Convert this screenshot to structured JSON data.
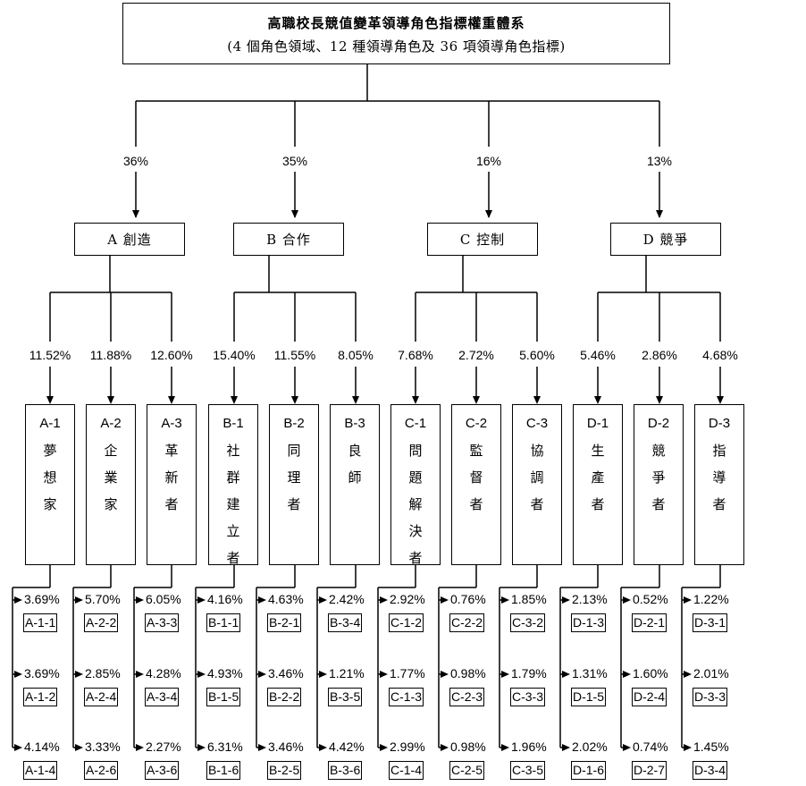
{
  "title": {
    "line1": "高職校長競值變革領導角色指標權重體系",
    "line2": "(4 個角色領域、12 種領導角色及 36 項領導角色指標)"
  },
  "domains": [
    {
      "weight": "36%",
      "label": "A 創造",
      "roles": [
        {
          "weight": "11.52%",
          "code": "A-1",
          "name": [
            "夢",
            "想",
            "家"
          ],
          "indicators": [
            {
              "weight": "3.69%",
              "code": "A-1-1"
            },
            {
              "weight": "3.69%",
              "code": "A-1-2"
            },
            {
              "weight": "4.14%",
              "code": "A-1-4"
            }
          ]
        },
        {
          "weight": "11.88%",
          "code": "A-2",
          "name": [
            "企",
            "業",
            "家"
          ],
          "indicators": [
            {
              "weight": "5.70%",
              "code": "A-2-2"
            },
            {
              "weight": "2.85%",
              "code": "A-2-4"
            },
            {
              "weight": "3.33%",
              "code": "A-2-6"
            }
          ]
        },
        {
          "weight": "12.60%",
          "code": "A-3",
          "name": [
            "革",
            "新",
            "者"
          ],
          "indicators": [
            {
              "weight": "6.05%",
              "code": "A-3-3"
            },
            {
              "weight": "4.28%",
              "code": "A-3-4"
            },
            {
              "weight": "2.27%",
              "code": "A-3-6"
            }
          ]
        }
      ]
    },
    {
      "weight": "35%",
      "label": "B 合作",
      "roles": [
        {
          "weight": "15.40%",
          "code": "B-1",
          "name": [
            "社",
            "群",
            "建",
            "立",
            "者"
          ],
          "indicators": [
            {
              "weight": "4.16%",
              "code": "B-1-1"
            },
            {
              "weight": "4.93%",
              "code": "B-1-5"
            },
            {
              "weight": "6.31%",
              "code": "B-1-6"
            }
          ]
        },
        {
          "weight": "11.55%",
          "code": "B-2",
          "name": [
            "同",
            "理",
            "者"
          ],
          "indicators": [
            {
              "weight": "4.63%",
              "code": "B-2-1"
            },
            {
              "weight": "3.46%",
              "code": "B-2-2"
            },
            {
              "weight": "3.46%",
              "code": "B-2-5"
            }
          ]
        },
        {
          "weight": "8.05%",
          "code": "B-3",
          "name": [
            "良",
            "師"
          ],
          "indicators": [
            {
              "weight": "2.42%",
              "code": "B-3-4"
            },
            {
              "weight": "1.21%",
              "code": "B-3-5"
            },
            {
              "weight": "4.42%",
              "code": "B-3-6"
            }
          ]
        }
      ]
    },
    {
      "weight": "16%",
      "label": "C 控制",
      "roles": [
        {
          "weight": "7.68%",
          "code": "C-1",
          "name": [
            "問",
            "題",
            "解",
            "決",
            "者"
          ],
          "indicators": [
            {
              "weight": "2.92%",
              "code": "C-1-2"
            },
            {
              "weight": "1.77%",
              "code": "C-1-3"
            },
            {
              "weight": "2.99%",
              "code": "C-1-4"
            }
          ]
        },
        {
          "weight": "2.72%",
          "code": "C-2",
          "name": [
            "監",
            "督",
            "者"
          ],
          "indicators": [
            {
              "weight": "0.76%",
              "code": "C-2-2"
            },
            {
              "weight": "0.98%",
              "code": "C-2-3"
            },
            {
              "weight": "0.98%",
              "code": "C-2-5"
            }
          ]
        },
        {
          "weight": "5.60%",
          "code": "C-3",
          "name": [
            "協",
            "調",
            "者"
          ],
          "indicators": [
            {
              "weight": "1.85%",
              "code": "C-3-2"
            },
            {
              "weight": "1.79%",
              "code": "C-3-3"
            },
            {
              "weight": "1.96%",
              "code": "C-3-5"
            }
          ]
        }
      ]
    },
    {
      "weight": "13%",
      "label": "D 競爭",
      "roles": [
        {
          "weight": "5.46%",
          "code": "D-1",
          "name": [
            "生",
            "產",
            "者"
          ],
          "indicators": [
            {
              "weight": "2.13%",
              "code": "D-1-3"
            },
            {
              "weight": "1.31%",
              "code": "D-1-5"
            },
            {
              "weight": "2.02%",
              "code": "D-1-6"
            }
          ]
        },
        {
          "weight": "2.86%",
          "code": "D-2",
          "name": [
            "競",
            "爭",
            "者"
          ],
          "indicators": [
            {
              "weight": "0.52%",
              "code": "D-2-1"
            },
            {
              "weight": "1.60%",
              "code": "D-2-4"
            },
            {
              "weight": "0.74%",
              "code": "D-2-7"
            }
          ]
        },
        {
          "weight": "4.68%",
          "code": "D-3",
          "name": [
            "指",
            "導",
            "者"
          ],
          "indicators": [
            {
              "weight": "1.22%",
              "code": "D-3-1"
            },
            {
              "weight": "2.01%",
              "code": "D-3-3"
            },
            {
              "weight": "1.45%",
              "code": "D-3-4"
            }
          ]
        }
      ]
    }
  ]
}
